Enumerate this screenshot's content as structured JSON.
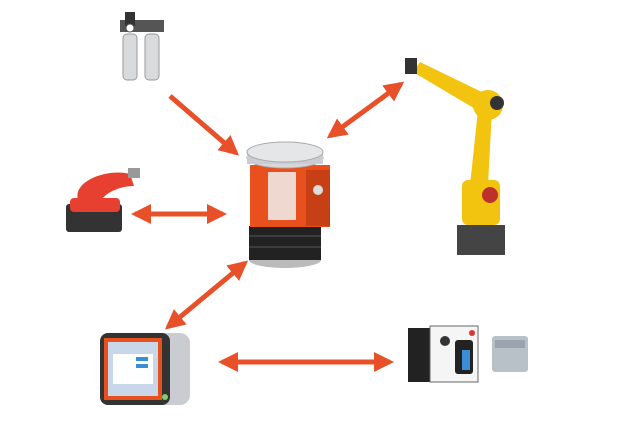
{
  "colors": {
    "arrow": "#e8502a",
    "device_orange": "#e8501e",
    "robot_yellow": "#f2c40f",
    "metal": "#c9ccd0",
    "dark": "#2a2a2a"
  },
  "nodes": [
    {
      "id": "filter-regulator",
      "icon": "air-filter-regulator-icon"
    },
    {
      "id": "robot-arm",
      "icon": "industrial-robot-icon"
    },
    {
      "id": "orbital-sander",
      "icon": "sander-icon"
    },
    {
      "id": "compliance-unit",
      "icon": "active-contact-flange-icon"
    },
    {
      "id": "control-panel",
      "icon": "touch-panel-icon"
    },
    {
      "id": "robot-controller",
      "icon": "robot-controller-icon"
    },
    {
      "id": "plc",
      "icon": "plc-module-icon"
    }
  ],
  "edges": [
    {
      "from": "filter-regulator",
      "to": "compliance-unit",
      "direction": "one-way"
    },
    {
      "from": "robot-arm",
      "to": "compliance-unit",
      "direction": "two-way"
    },
    {
      "from": "orbital-sander",
      "to": "compliance-unit",
      "direction": "two-way"
    },
    {
      "from": "control-panel",
      "to": "compliance-unit",
      "direction": "two-way"
    },
    {
      "from": "control-panel",
      "to": "robot-controller",
      "direction": "two-way"
    }
  ]
}
